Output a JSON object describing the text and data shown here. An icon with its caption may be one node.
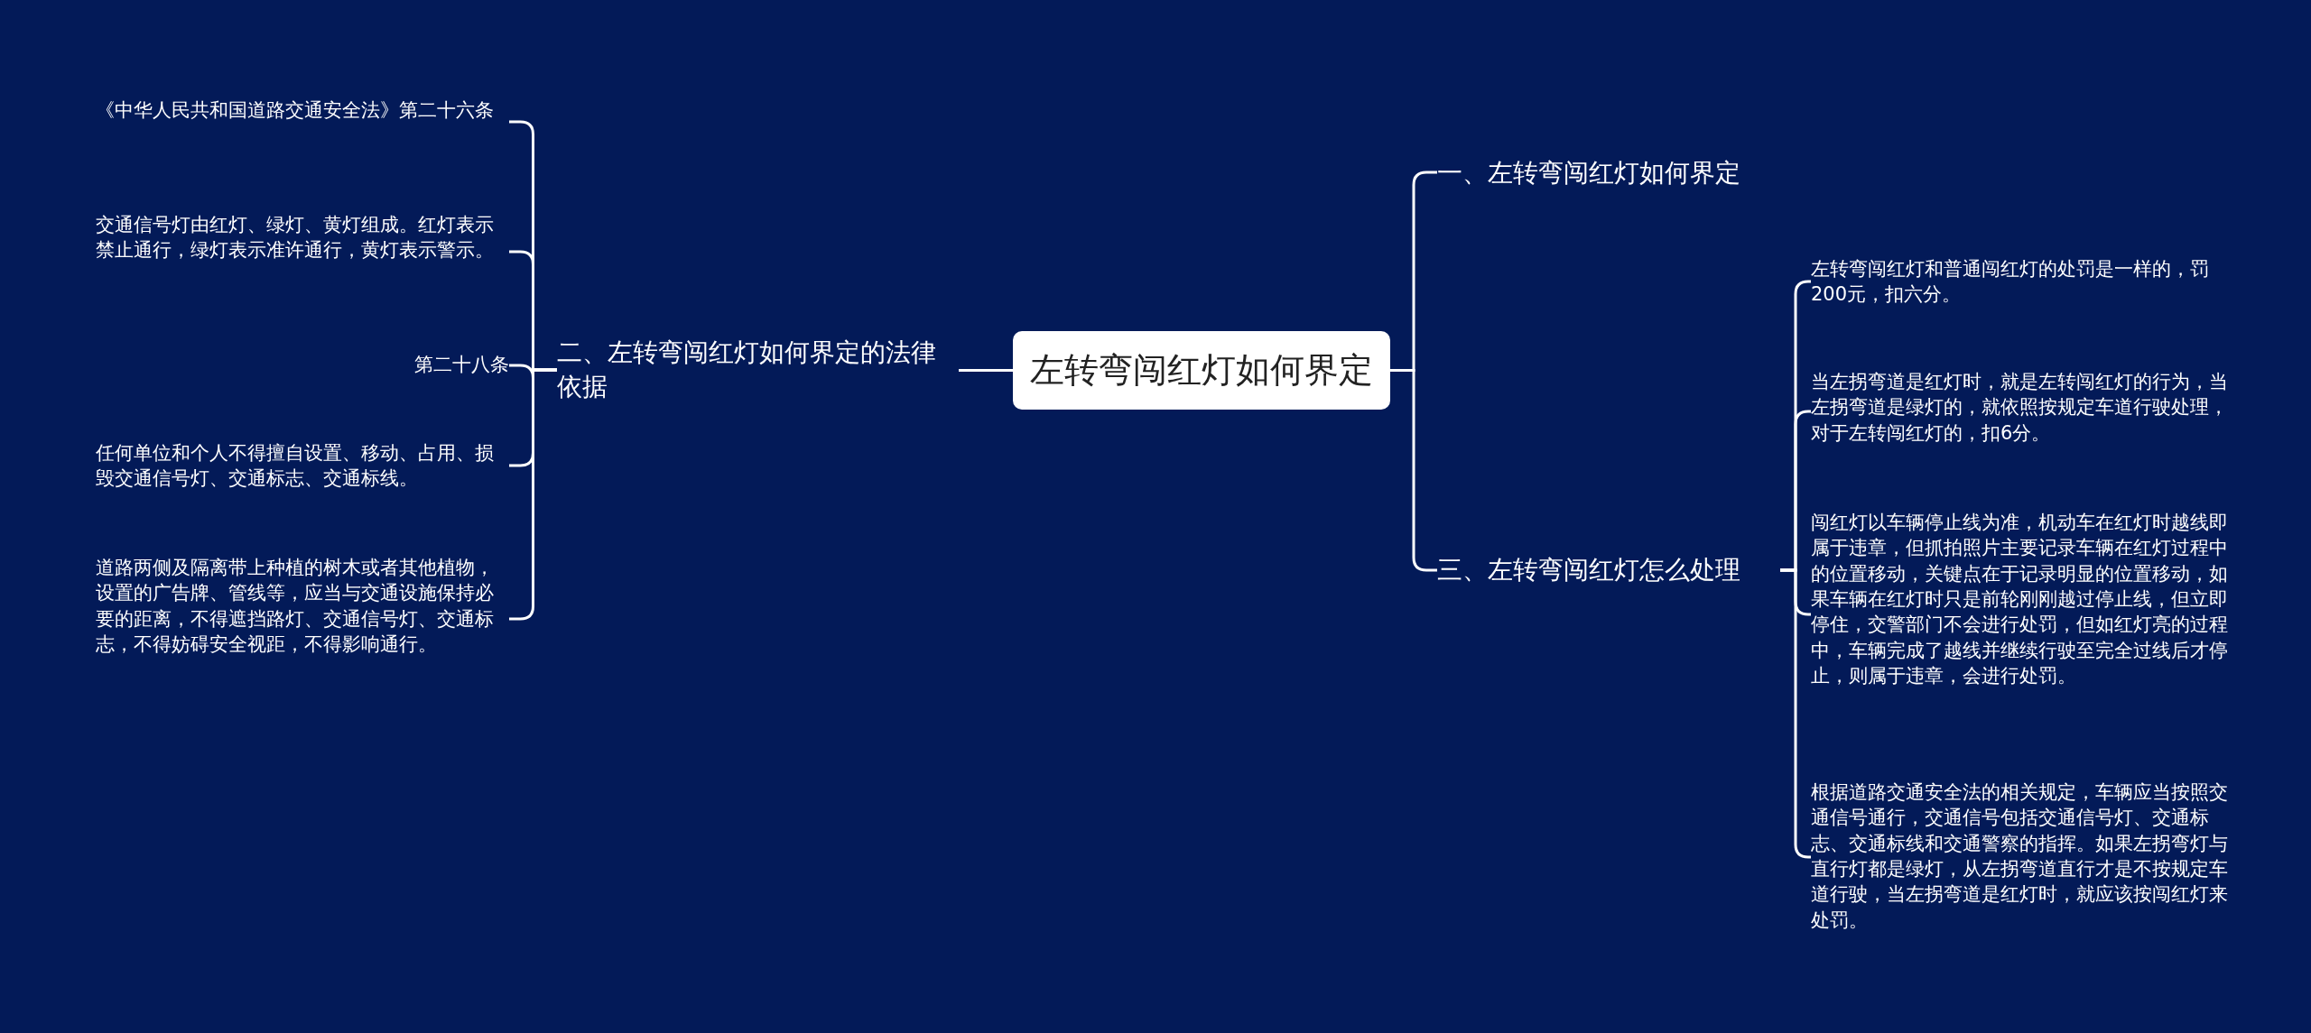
{
  "diagram": {
    "nodes": [
      {
        "text": [
          "左转弯闯红灯如何界定"
        ]
      },
      {
        "text": [
          "二、左转弯闯红灯如何界定的法律依据"
        ]
      },
      {
        "text": [
          "《中华人民共和国道路交通安全法》第二十六条"
        ]
      },
      {
        "text": [
          "交通信号灯由红灯、绿灯、黄灯组成。红灯表示禁止通行，绿灯表示准许通行，黄灯表示警示。"
        ]
      },
      {
        "text": [
          "第二十八条"
        ]
      },
      {
        "text": [
          "任何单位和个人不得擅自设置、移动、占用、损毁交通信号灯、交通标志、交通标线。"
        ]
      },
      {
        "text": [
          "道路两侧及隔离带上种植的树木或者其他植物，设置的广告牌、管线等，应当与交通设施保持必要的距离，不得遮挡路灯、交通信号灯、交通标志，不得妨碍安全视距，不得影响通行。"
        ]
      },
      {
        "text": [
          "一、左转弯闯红灯如何界定"
        ]
      },
      {
        "text": [
          "三、左转弯闯红灯怎么处理"
        ]
      },
      {
        "text": [
          "左转弯闯红灯和普通闯红灯的处罚是一样的，罚200元，扣六分。"
        ]
      },
      {
        "text": [
          "当左拐弯道是红灯时，就是左转闯红灯的行为，当左拐弯道是绿灯的，就依照按规定车道行驶处理，对于左转闯红灯的，扣6分。"
        ]
      },
      {
        "text": [
          "闯红灯以车辆停止线为准，机动车在红灯时越线即属于违章，但抓拍照片主要记录车辆在红灯过程中的位置移动，关键点在于记录明显的位置移动，如果车辆在红灯时只是前轮刚刚越过停止线，但立即停住，交警部门不会进行处罚，但如红灯亮的过程中，车辆完成了越线并继续行驶至完全过线后才停止，则属于违章，会进行处罚。"
        ]
      },
      {
        "text": [
          "根据道路交通安全法的相关规定，车辆应当按照交通信号通行，交通信号包括交通信号灯、交通标志、交通标线和交通警察的指挥。如果左拐弯灯与直行灯都是绿灯，从左拐弯道直行才是不按规定车道行驶，当左拐弯道是红灯时，就应该按闯红灯来处罚。"
        ]
      }
    ],
    "edges": [
      {
        "from": 0,
        "to": 1,
        "arrow": "none"
      },
      {
        "from": 1,
        "to": 2,
        "arrow": "none"
      },
      {
        "from": 1,
        "to": 3,
        "arrow": "none"
      },
      {
        "from": 1,
        "to": 4,
        "arrow": "none"
      },
      {
        "from": 1,
        "to": 5,
        "arrow": "none"
      },
      {
        "from": 1,
        "to": 6,
        "arrow": "none"
      },
      {
        "from": 0,
        "to": 7,
        "arrow": "none"
      },
      {
        "from": 0,
        "to": 8,
        "arrow": "none"
      },
      {
        "from": 8,
        "to": 9,
        "arrow": "none"
      },
      {
        "from": 8,
        "to": 10,
        "arrow": "none"
      },
      {
        "from": 8,
        "to": 11,
        "arrow": "none"
      },
      {
        "from": 8,
        "to": 12,
        "arrow": "none"
      }
    ]
  }
}
